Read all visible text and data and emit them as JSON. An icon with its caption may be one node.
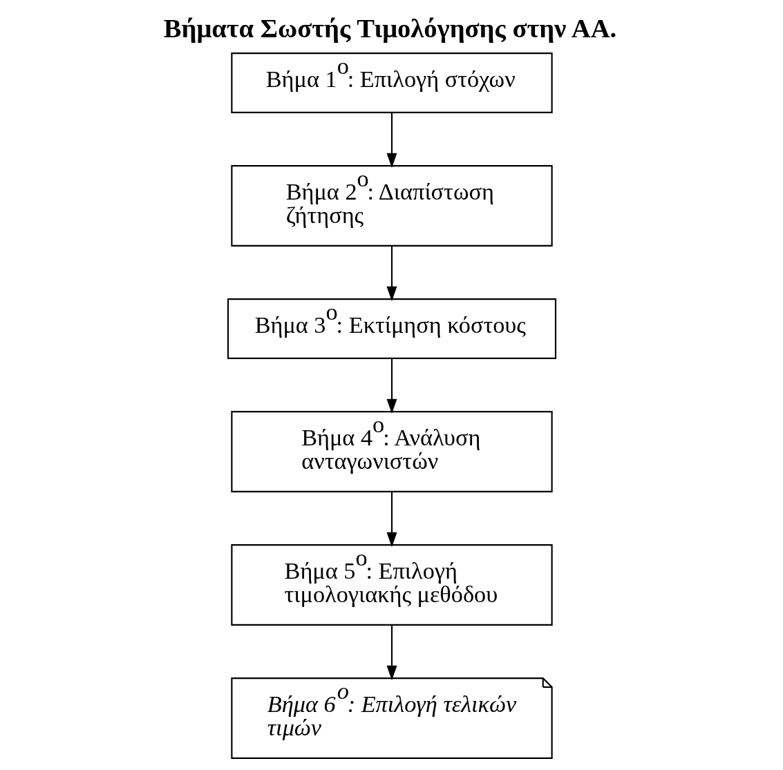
{
  "diagram": {
    "title": "Βήματα Σωστής Τιμολόγησης στην ΑΑ.",
    "nodes": [
      {
        "text": [
          "Βήμα 1$^{ο}$: Επιλογή στόχων"
        ]
      },
      {
        "text": [
          "Βήμα 2$^{ο}$: Διαπίστωση ζήτησης"
        ]
      },
      {
        "text": [
          "Βήμα 3$^{ο}$: Εκτίμηση κόστους"
        ]
      },
      {
        "text": [
          "Βήμα 4$^{ο}$: Ανάλυση ανταγωνιστών"
        ]
      },
      {
        "text": [
          "Βήμα 5$^{ο}$: Επιλογή τιμολογιακής μεθόδου"
        ]
      },
      {
        "text": [
          "Βήμα 6$^{ο}$: Επιλογή τελικών τιμών"
        ]
      }
    ],
    "edges": [
      {
        "from": 0,
        "to": 1,
        "arrow": "to"
      },
      {
        "from": 1,
        "to": 2,
        "arrow": "to"
      },
      {
        "from": 2,
        "to": 3,
        "arrow": "to"
      },
      {
        "from": 3,
        "to": 4,
        "arrow": "to"
      },
      {
        "from": 4,
        "to": 5,
        "arrow": "to"
      }
    ]
  }
}
